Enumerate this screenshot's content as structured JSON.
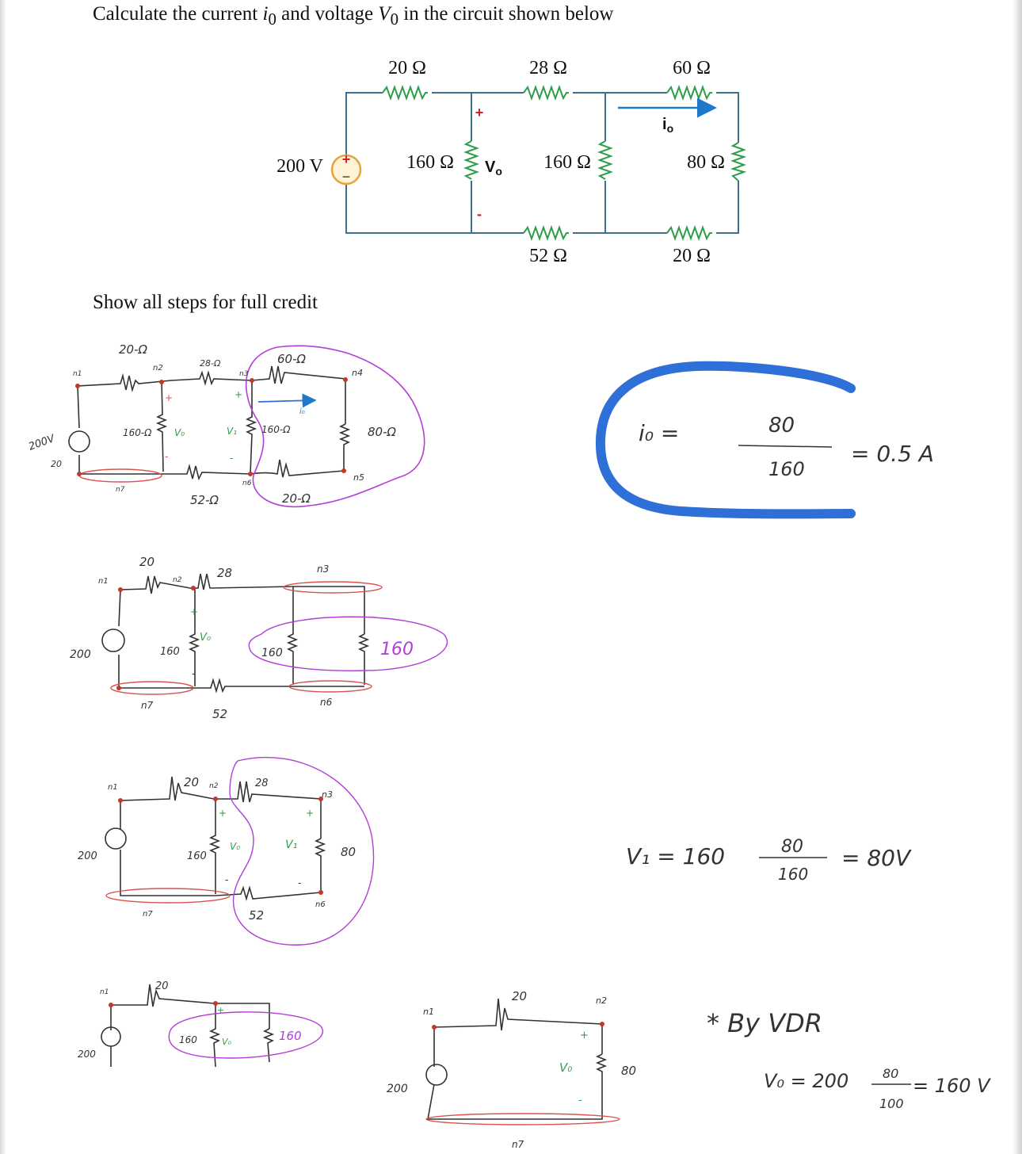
{
  "problem": {
    "prefix": "Calculate the current ",
    "i_sym": "i",
    "sub0": "0",
    "mid": " and voltage ",
    "v_sym": "V",
    "sub1": "0",
    "suffix": " in the circuit shown below"
  },
  "credit": "Show all steps for full credit",
  "circuit": {
    "r1": "20 Ω",
    "r2": "28 Ω",
    "r3": "60 Ω",
    "r4": "160 Ω",
    "r5": "160 Ω",
    "r6": "80 Ω",
    "r7": "52 Ω",
    "r8": "20 Ω",
    "source": "200 V",
    "vo": "V",
    "vo_sub": "o",
    "io": "i",
    "io_sub": "o",
    "plus": "+",
    "minus": "-",
    "src_plus": "+",
    "src_minus": "−"
  },
  "sketch1": {
    "r20": "20-Ω",
    "r28": "28-Ω",
    "r60": "60-Ω",
    "r160a": "160-Ω",
    "r160b": "160-Ω",
    "r80": "80-Ω",
    "r52": "52-Ω",
    "r20b": "20-Ω",
    "src": "200V",
    "n1": "n1",
    "n2": "n2",
    "n3": "n3",
    "n4": "n4",
    "n5": "n5",
    "n6": "n6",
    "n7": "n7",
    "vo": "V₀",
    "v1": "V₁",
    "io": "i₀",
    "plus": "+",
    "minus": "-",
    "minus2": "-",
    "plus2": "+",
    "s20": "20"
  },
  "sketch2": {
    "r20": "20",
    "r28": "28",
    "r160a": "160",
    "r160b": "160",
    "req": "160",
    "r52": "52",
    "src": "200",
    "n1": "n1",
    "n2": "n2",
    "n3": "n3",
    "n6": "n6",
    "n7": "n7",
    "vo": "V₀",
    "plus": "+",
    "minus": "-"
  },
  "sketch3": {
    "r20": "20",
    "r28": "28",
    "r160": "160",
    "r80": "80",
    "r52": "52",
    "src": "200",
    "n1": "n1",
    "n2": "n2",
    "n3": "n3",
    "n6": "n6",
    "n7": "n7",
    "vo": "V₀",
    "v1": "V₁",
    "plus": "+",
    "minus": "-",
    "plus2": "+",
    "minus2": "-"
  },
  "sketch4": {
    "r20": "20",
    "r160": "160",
    "req": "160",
    "src": "200",
    "n1": "n1",
    "vo": "V₀",
    "plus": "+"
  },
  "sketch5": {
    "r20": "20",
    "r80": "80",
    "src": "200",
    "n1": "n1",
    "n2": "n2",
    "n7": "n7",
    "vo": "V₀",
    "plus": "+",
    "minus": "-"
  },
  "io_eq": {
    "lhs": "i₀ =",
    "num": "80",
    "den": "160",
    "rhs": "= 0.5 A"
  },
  "v1_eq": {
    "lhs": "V₁ = 160",
    "num": "80",
    "den": "160",
    "rhs": "= 80V"
  },
  "vdr": {
    "title": "* By VDR",
    "lhs": "V₀ = 200",
    "num": "80",
    "den": "100",
    "rhs": "= 160 V"
  },
  "colors": {
    "wire": "#3d6f8f",
    "resistor": "#2e9e4a",
    "source": "#e6a23c",
    "plus_red": "#d42020",
    "arrow": "#1e7ac8",
    "pen": "#333333",
    "purple": "#b23ed6",
    "red_ring": "#d9534f",
    "highlight": "#2f6fd8"
  }
}
